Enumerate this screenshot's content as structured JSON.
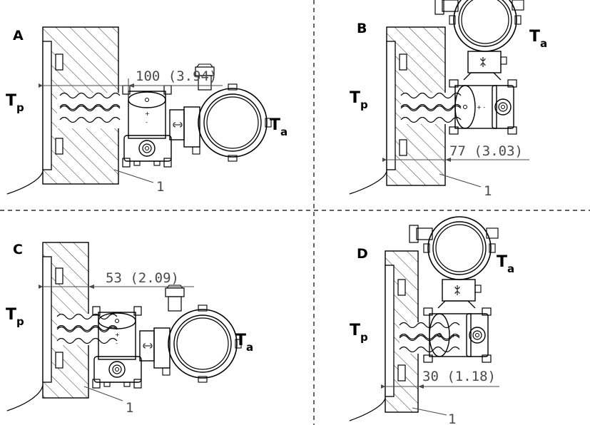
{
  "panels": [
    {
      "id": "A",
      "letter": "A",
      "dimension": "100 (3.94)",
      "callout": "1",
      "tp_main": "T",
      "tp_sub": "p",
      "ta_main": "T",
      "ta_sub": "a"
    },
    {
      "id": "B",
      "letter": "B",
      "dimension": "77 (3.03)",
      "callout": "1",
      "tp_main": "T",
      "tp_sub": "p",
      "ta_main": "T",
      "ta_sub": "a"
    },
    {
      "id": "C",
      "letter": "C",
      "dimension": "53 (2.09)",
      "callout": "1",
      "tp_main": "T",
      "tp_sub": "p",
      "ta_main": "T",
      "ta_sub": "a"
    },
    {
      "id": "D",
      "letter": "D",
      "dimension": "30 (1.18)",
      "callout": "1",
      "tp_main": "T",
      "tp_sub": "p",
      "ta_main": "T",
      "ta_sub": "a"
    }
  ],
  "colors": {
    "line": "#000000",
    "dim_line": "#4a4a4a",
    "divider": "#000000"
  }
}
